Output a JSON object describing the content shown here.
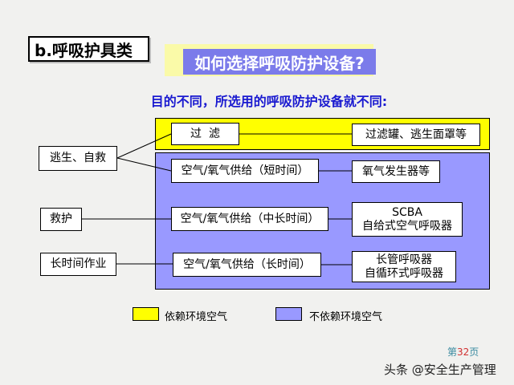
{
  "header": {
    "section_label": "b.呼吸护具类",
    "title": "如何选择呼吸防护设备?",
    "subtitle": "目的不同，所选用的呼吸防护设备就不同:"
  },
  "purposes": [
    "逃生、自救",
    "救护",
    "长时间作业"
  ],
  "supply_types": [
    "过  滤",
    "空气/氧气供给（短时间）",
    "空气/氧气供给（中长时间）",
    "空气/氧气供给（长时间）"
  ],
  "equipment": [
    {
      "lines": [
        "过滤罐、逃生面罩等"
      ]
    },
    {
      "lines": [
        "氧气发生器等"
      ]
    },
    {
      "lines": [
        "SCBA",
        "自给式空气呼吸器"
      ]
    },
    {
      "lines": [
        "长管呼吸器",
        "自循环式呼吸器"
      ]
    }
  ],
  "legend": [
    {
      "label": "依赖环境空气",
      "color": "#ffff00"
    },
    {
      "label": "不依赖环境空气",
      "color": "#9999ff"
    }
  ],
  "footer": {
    "page_prefix": "第",
    "page_number": "32",
    "page_suffix": "页",
    "watermark": "头条 @安全生产管理"
  }
}
